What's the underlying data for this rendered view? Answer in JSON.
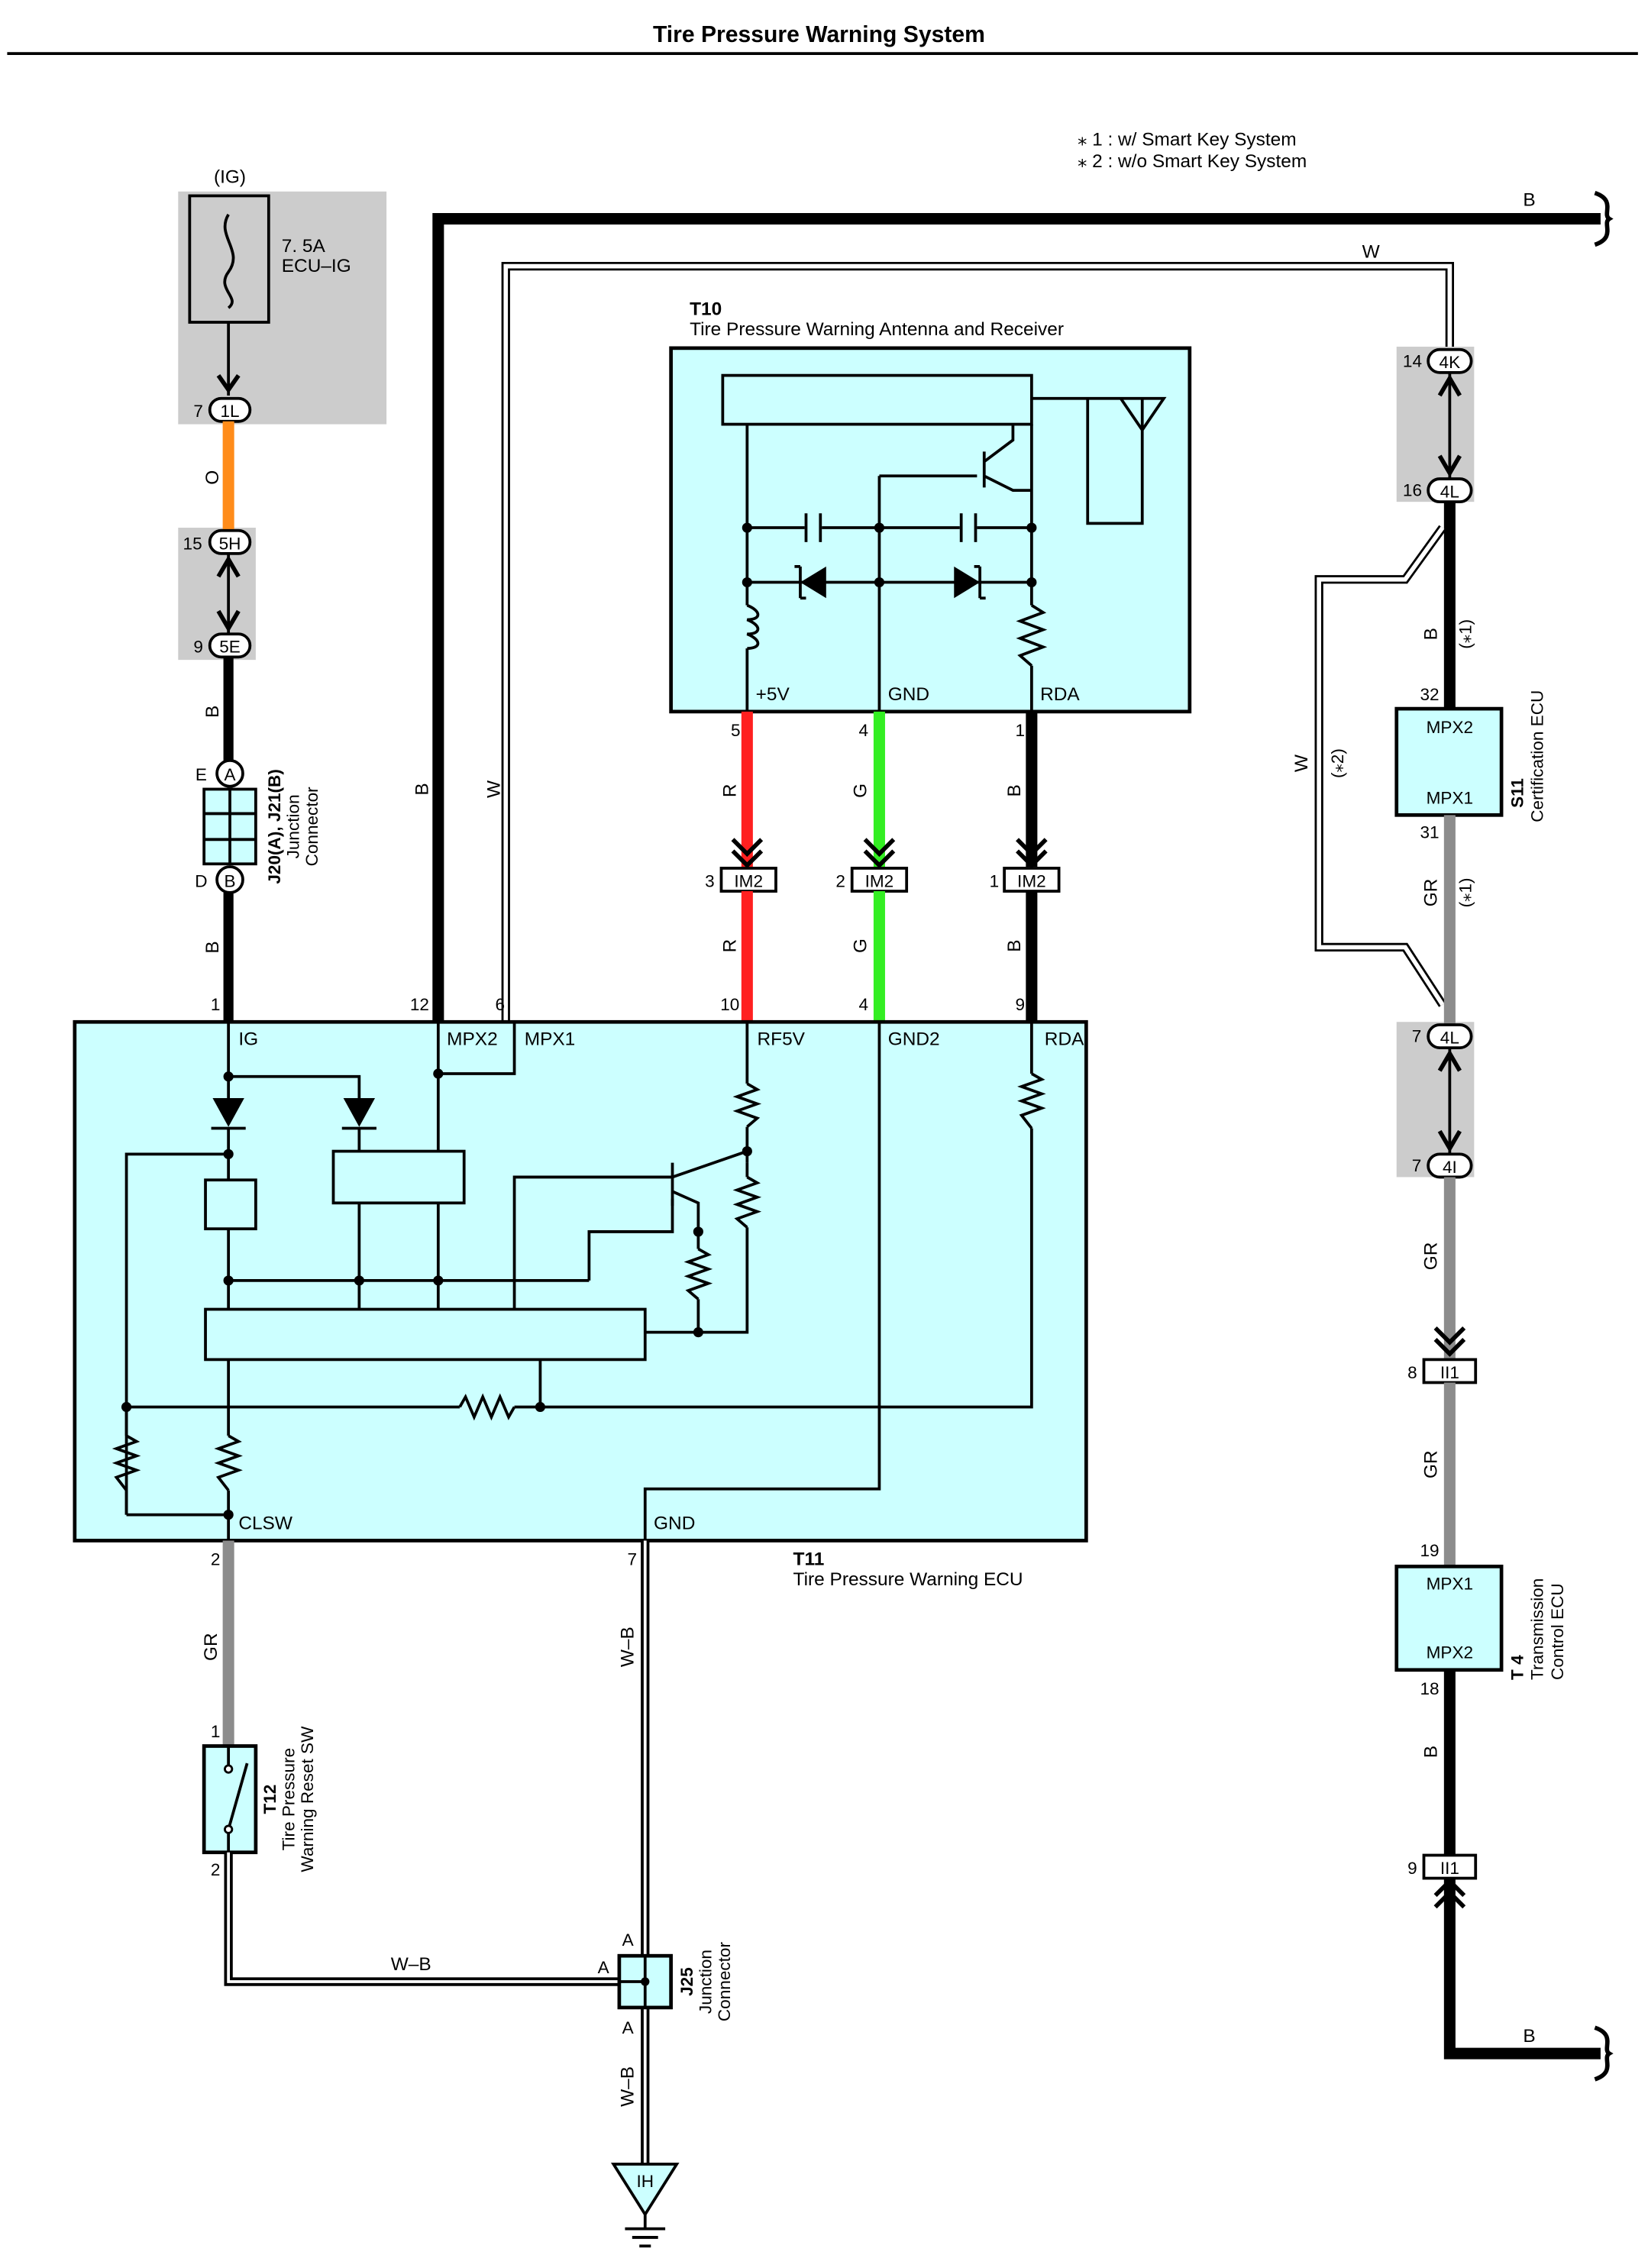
{
  "title": "Tire Pressure Warning System",
  "legend": [
    "⁎ 1 : w/ Smart Key System",
    "⁎ 2 : w/o Smart Key System"
  ],
  "fuse": {
    "circuit": "(IG)",
    "rating": "7. 5A",
    "name": "ECU–IG"
  },
  "connectors": {
    "c1L": "1L",
    "c5H": "5H",
    "c5E": "5E",
    "c4K": "4K",
    "c4L_top": "4L",
    "c4L_bot": "4L",
    "c4I": "4I",
    "cIM2_a": "IM2",
    "cIM2_b": "IM2",
    "cIM2_c": "IM2",
    "cII1_a": "II1",
    "cII1_b": "II1",
    "jA": "A",
    "jB": "B",
    "ground": "IH"
  },
  "junction_j20": {
    "pin_top": "E",
    "pin_bot": "D",
    "code": "J20(A), J21(B)",
    "line1": "Junction",
    "line2": "Connector"
  },
  "junction_j25": {
    "code": "J25",
    "line1": "Junction",
    "line2": "Connector",
    "pin_a1": "A",
    "pin_a2": "A",
    "pin_a3": "A"
  },
  "t10": {
    "code": "T10",
    "name": "Tire Pressure Warning Antenna and Receiver",
    "p_5v": "+5V",
    "p_gnd": "GND",
    "p_rda": "RDA"
  },
  "t11": {
    "code": "T11",
    "name": "Tire Pressure Warning ECU",
    "p_ig": "IG",
    "p_mpx2": "MPX2",
    "p_mpx1": "MPX1",
    "p_rf5v": "RF5V",
    "p_gnd2": "GND2",
    "p_rda": "RDA",
    "p_clsw": "CLSW",
    "p_gnd": "GND"
  },
  "t12": {
    "code": "T12",
    "line1": "Tire Pressure",
    "line2": "Warning Reset SW"
  },
  "s11": {
    "code": "S11",
    "name": "Certification ECU",
    "p_top": "MPX2",
    "p_bot": "MPX1"
  },
  "t4": {
    "code": "T 4",
    "line1": "Transmission",
    "line2": "Control ECU",
    "p_top": "MPX1",
    "p_bot": "MPX2"
  },
  "wire_colors": {
    "orange": "#ff8c1a",
    "red": "#ff2020",
    "green": "#33ee22",
    "gray": "#8c8c8c",
    "black": "#000000",
    "box_fill": "#ccffff",
    "shade": "#cccccc"
  },
  "wire_labels": {
    "o": "O",
    "b": "B",
    "w": "W",
    "r": "R",
    "g": "G",
    "gr": "GR",
    "wb": "W–B",
    "s1": "(⁎1)",
    "s2": "(⁎2)"
  },
  "pins": {
    "p7": "7",
    "p15": "15",
    "p9": "9",
    "p1": "1",
    "p12": "12",
    "p6": "6",
    "p10": "10",
    "p4": "4",
    "p5": "5",
    "p3": "3",
    "p2": "2",
    "p14": "14",
    "p16": "16",
    "p32": "32",
    "p31": "31",
    "p8": "8",
    "p19": "19",
    "p18": "18"
  }
}
